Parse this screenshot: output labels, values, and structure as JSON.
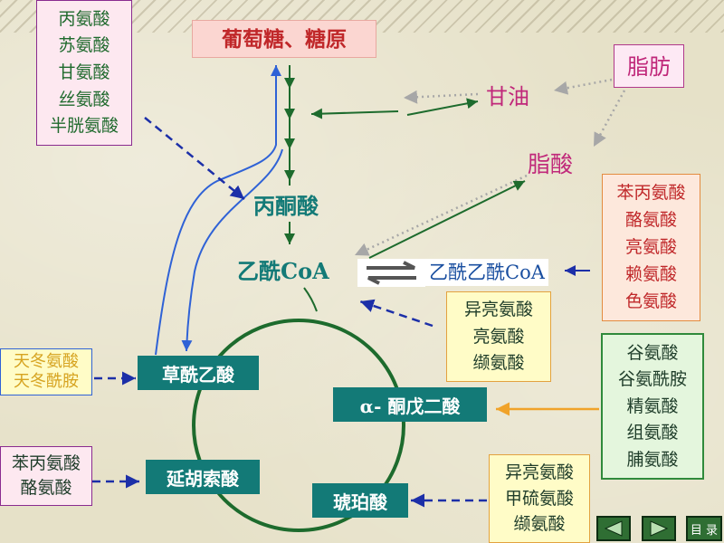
{
  "boxes": {
    "top_left": [
      "丙氨酸",
      "苏氨酸",
      "甘氨酸",
      "丝氨酸",
      "半胱氨酸"
    ],
    "glucose": "葡萄糖、糖原",
    "fat": "脂肪",
    "glycerol": "甘油",
    "fatty_acid": "脂酸",
    "pyruvate": "丙酮酸",
    "acetyl_coa": "乙酰CoA",
    "acetoacetyl_coa": "乙酰乙酰CoA",
    "right_top": [
      "苯丙氨酸",
      "酪氨酸",
      "亮氨酸",
      "赖氨酸",
      "色氨酸"
    ],
    "mid_right": [
      "异亮氨酸",
      "亮氨酸",
      "缬氨酸"
    ],
    "right_green": [
      "谷氨酸",
      "谷氨酰胺",
      "精氨酸",
      "组氨酸",
      "脯氨酸"
    ],
    "asp": [
      "天冬氨酸",
      "天冬酰胺"
    ],
    "oxaloacetate": "草酰乙酸",
    "alpha_kg": "α- 酮戊二酸",
    "bottom_left": [
      "苯丙氨酸",
      "酪氨酸"
    ],
    "fumarate": "延胡索酸",
    "succinate": "琥珀酸",
    "bottom_right": [
      "异亮氨酸",
      "甲硫氨酸",
      "缬氨酸"
    ]
  },
  "nav": {
    "contents": "目 录"
  },
  "colors": {
    "dark_green": "#1d6b2d",
    "blue": "#2f62d6",
    "dark_blue": "#1c2fa8",
    "orange": "#f0a32a",
    "gray_dot": "#a7a7a7",
    "teal": "#137a77",
    "pink_text": "#c0287a",
    "red_text": "#c0282a"
  }
}
